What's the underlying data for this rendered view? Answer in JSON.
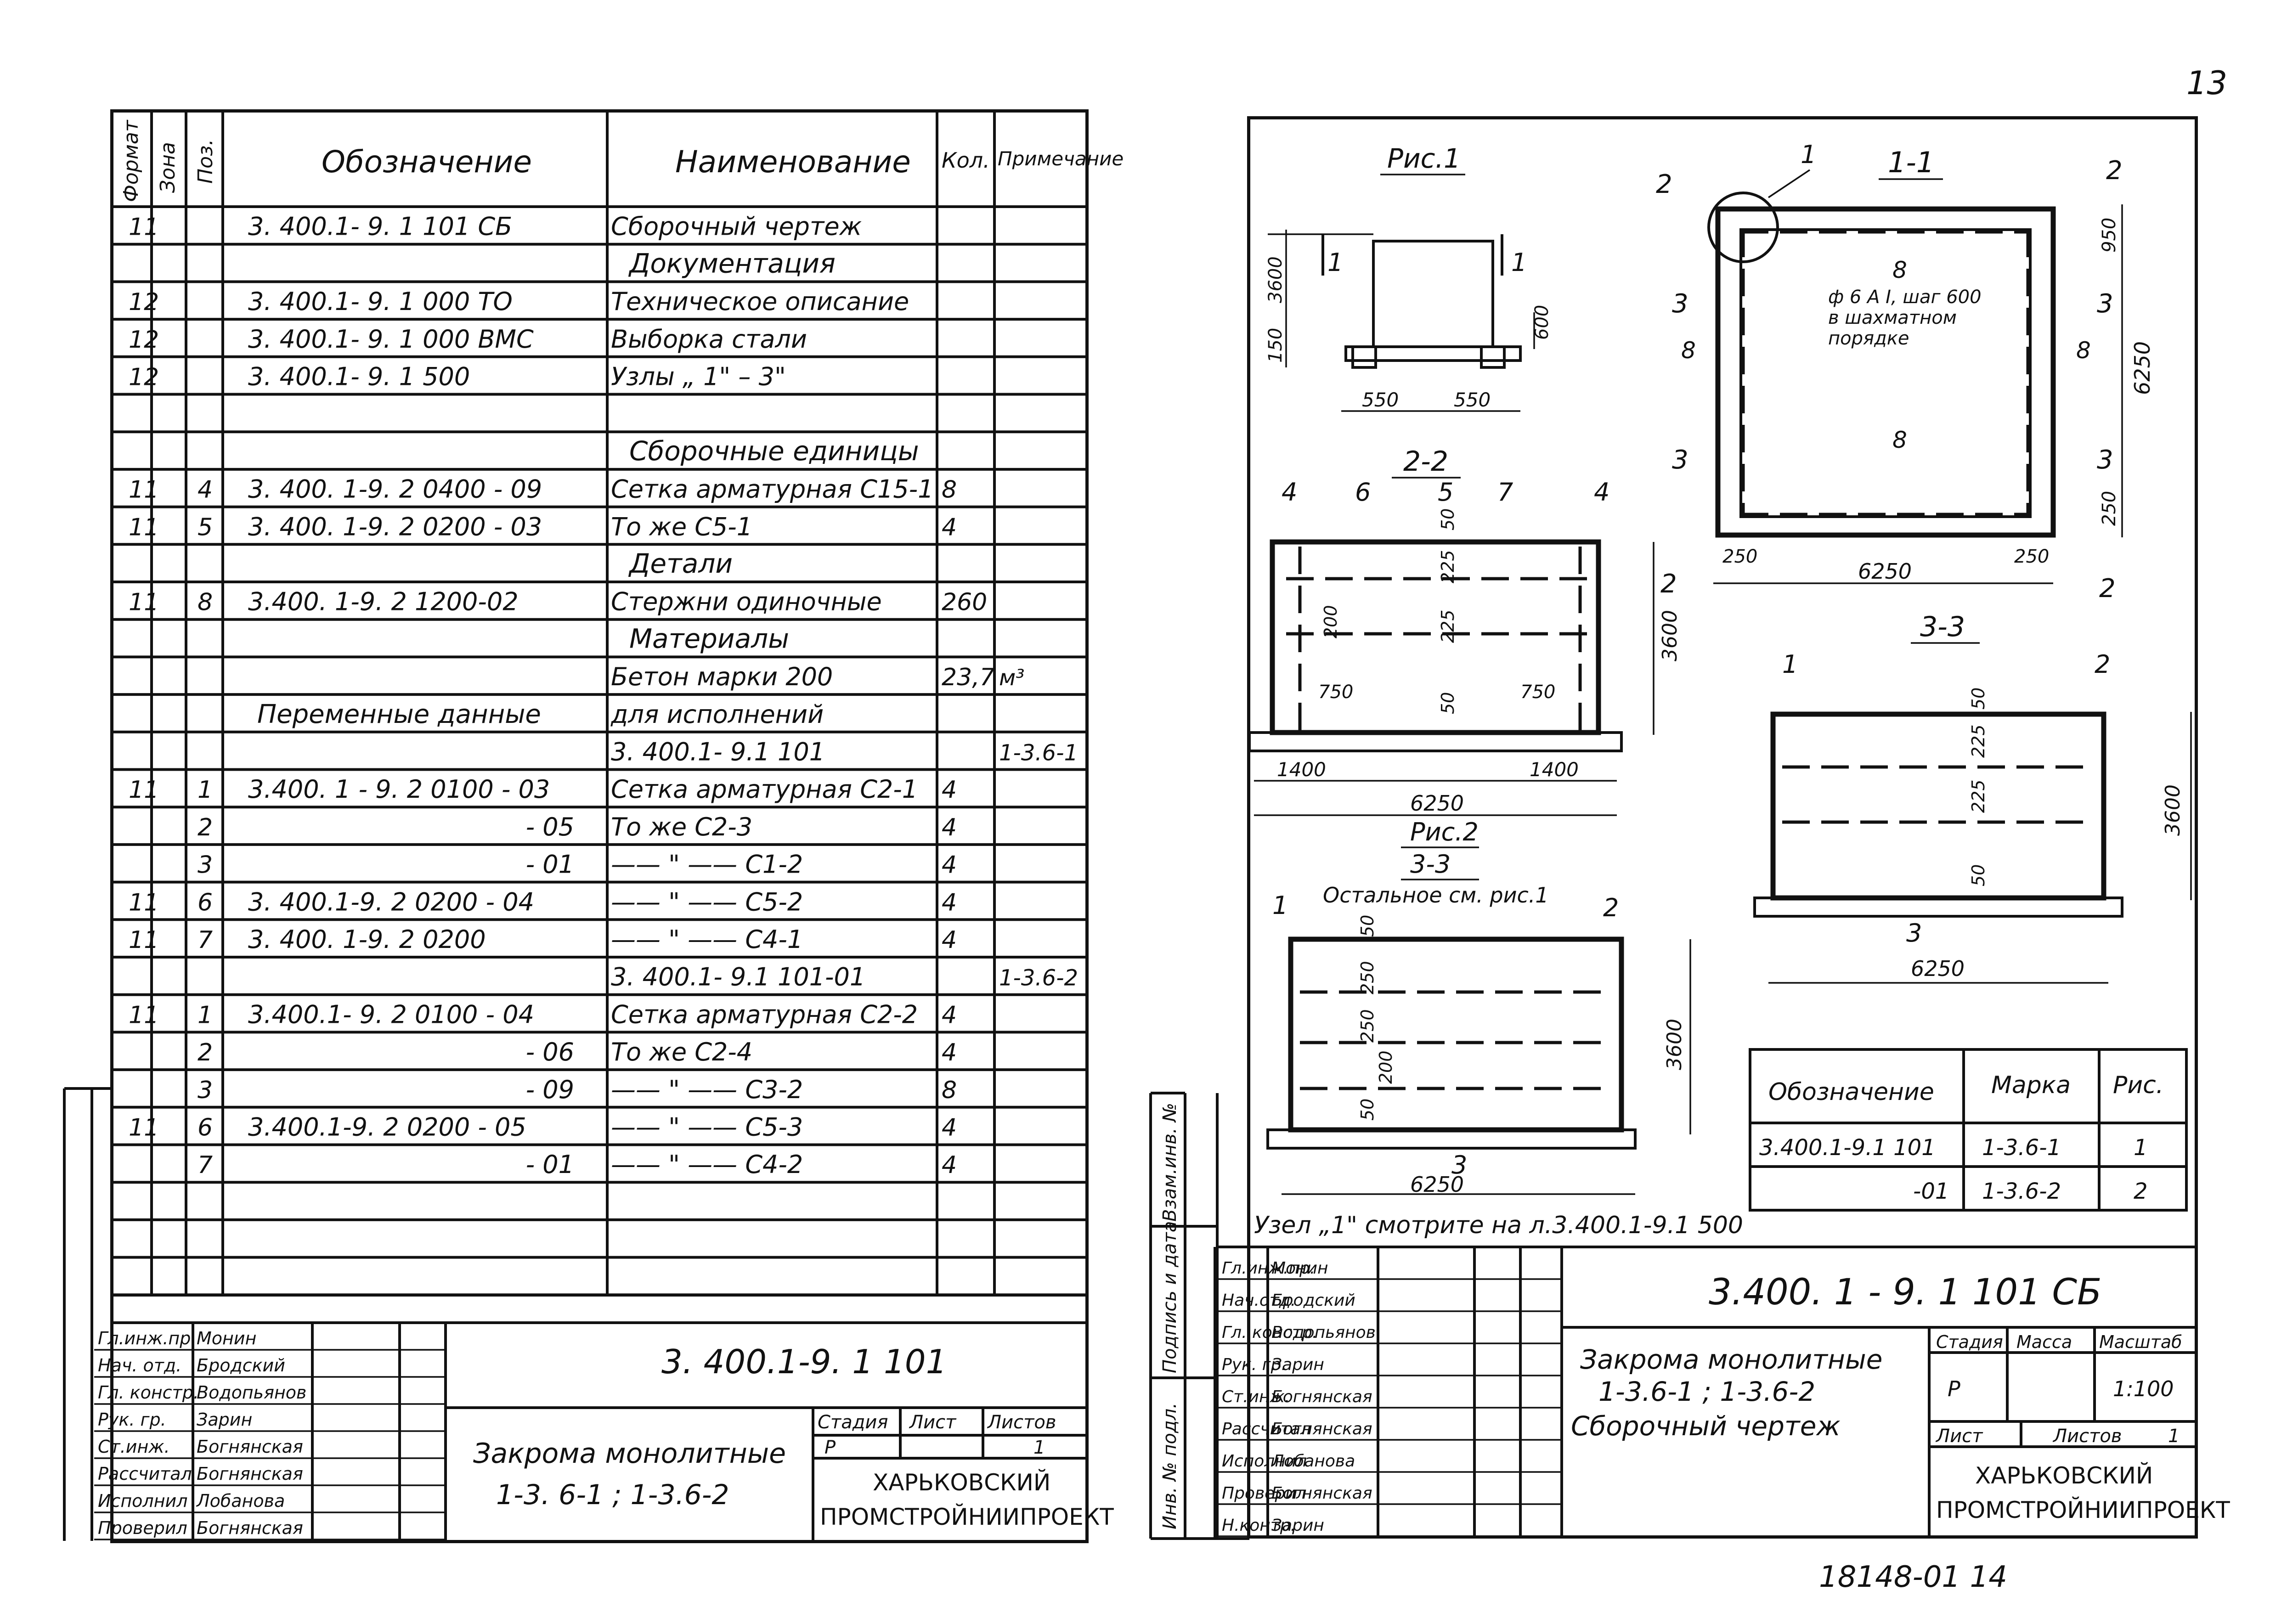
{
  "page_number": "13",
  "bottom_code": "18148-01  14",
  "spec": {
    "headers": {
      "format": "Формат",
      "zone": "Зона",
      "pos": "Поз.",
      "designation": "Обозначение",
      "name": "Наименование",
      "qty": "Кол.",
      "note": "Примечание"
    },
    "rows": [
      {
        "f": "11",
        "z": "",
        "p": "",
        "d": "3. 400.1- 9. 1  101 СБ",
        "n": "Сборочный  чертеж",
        "q": "",
        "r": ""
      },
      {
        "f": "",
        "z": "",
        "p": "",
        "d": "",
        "n": "Документация",
        "q": "",
        "r": "",
        "sec": true
      },
      {
        "f": "12",
        "z": "",
        "p": "",
        "d": "3. 400.1- 9. 1  000 ТО",
        "n": "Техническое описание",
        "q": "",
        "r": ""
      },
      {
        "f": "12",
        "z": "",
        "p": "",
        "d": "3. 400.1- 9. 1  000 ВМС",
        "n": "Выборка  стали",
        "q": "",
        "r": ""
      },
      {
        "f": "12",
        "z": "",
        "p": "",
        "d": "3. 400.1- 9. 1  500",
        "n": "Узлы „ 1\" – 3\"",
        "q": "",
        "r": ""
      },
      {
        "f": "",
        "z": "",
        "p": "",
        "d": "",
        "n": "",
        "q": "",
        "r": ""
      },
      {
        "f": "",
        "z": "",
        "p": "",
        "d": "",
        "n": "Сборочные  единицы",
        "q": "",
        "r": "",
        "sec": true
      },
      {
        "f": "11",
        "z": "",
        "p": "4",
        "d": "3. 400. 1-9. 2  0400 - 09",
        "n": "Сетка арматурная С15-1",
        "q": "8",
        "r": ""
      },
      {
        "f": "11",
        "z": "",
        "p": "5",
        "d": "3. 400. 1-9. 2  0200 - 03",
        "n": "То  же            С5-1",
        "q": "4",
        "r": ""
      },
      {
        "f": "",
        "z": "",
        "p": "",
        "d": "",
        "n": "Детали",
        "q": "",
        "r": "",
        "sec": true
      },
      {
        "f": "11",
        "z": "",
        "p": "8",
        "d": "3.400. 1-9. 2  1200-02",
        "n": "Стержни одиночные",
        "q": "260",
        "r": ""
      },
      {
        "f": "",
        "z": "",
        "p": "",
        "d": "",
        "n": "Материалы",
        "q": "",
        "r": "",
        "sec": true
      },
      {
        "f": "",
        "z": "",
        "p": "",
        "d": "",
        "n": "Бетон  марки  200",
        "q": "23,7",
        "r": "м³"
      },
      {
        "f": "",
        "z": "",
        "p": "",
        "d": "Переменные    данные",
        "n": "для  исполнений",
        "q": "",
        "r": "",
        "var": true
      },
      {
        "f": "",
        "z": "",
        "p": "",
        "d": "",
        "n": "3. 400.1- 9.1  101",
        "q": "",
        "r": "1-3.6-1"
      },
      {
        "f": "11",
        "z": "",
        "p": "1",
        "d": "3.400. 1 - 9. 2  0100 - 03",
        "n": "Сетка арматурная  С2-1",
        "q": "4",
        "r": ""
      },
      {
        "f": "",
        "z": "",
        "p": "2",
        "d": "- 05",
        "n": "То  же            С2-3",
        "q": "4",
        "r": "",
        "ra": true
      },
      {
        "f": "",
        "z": "",
        "p": "3",
        "d": "- 01",
        "n": "—— \" ——        С1-2",
        "q": "4",
        "r": "",
        "ra": true
      },
      {
        "f": "11",
        "z": "",
        "p": "6",
        "d": "3. 400.1-9. 2  0200 - 04",
        "n": "—— \" ——        С5-2",
        "q": "4",
        "r": ""
      },
      {
        "f": "11",
        "z": "",
        "p": "7",
        "d": "3. 400. 1-9. 2  0200",
        "n": "—— \" ——        С4-1",
        "q": "4",
        "r": ""
      },
      {
        "f": "",
        "z": "",
        "p": "",
        "d": "",
        "n": "3. 400.1- 9.1  101-01",
        "q": "",
        "r": "1-3.6-2"
      },
      {
        "f": "11",
        "z": "",
        "p": "1",
        "d": "3.400.1- 9. 2  0100 - 04",
        "n": "Сетка арматурная  С2-2",
        "q": "4",
        "r": ""
      },
      {
        "f": "",
        "z": "",
        "p": "2",
        "d": "- 06",
        "n": "То  же            С2-4",
        "q": "4",
        "r": "",
        "ra": true
      },
      {
        "f": "",
        "z": "",
        "p": "3",
        "d": "- 09",
        "n": "—— \" ——        С3-2",
        "q": "8",
        "r": "",
        "ra": true
      },
      {
        "f": "11",
        "z": "",
        "p": "6",
        "d": "3.400.1-9. 2  0200 - 05",
        "n": "—— \" ——        С5-3",
        "q": "4",
        "r": ""
      },
      {
        "f": "",
        "z": "",
        "p": "7",
        "d": "- 01",
        "n": "—— \" ——        С4-2",
        "q": "4",
        "r": "",
        "ra": true
      },
      {
        "f": "",
        "z": "",
        "p": "",
        "d": "",
        "n": "",
        "q": "",
        "r": ""
      },
      {
        "f": "",
        "z": "",
        "p": "",
        "d": "",
        "n": "",
        "q": "",
        "r": ""
      },
      {
        "f": "",
        "z": "",
        "p": "",
        "d": "",
        "n": "",
        "q": "",
        "r": ""
      }
    ]
  },
  "left_stamp": {
    "code": "3. 400.1-9. 1  101",
    "title_l1": "Закрома  монолитные",
    "title_l2": "1-3. 6-1 ;  1-3.6-2",
    "stage_h": "Стадия",
    "sheet_h": "Лист",
    "sheets_h": "Листов",
    "stage": "Р",
    "sheets": "1",
    "org_l1": "ХАРЬКОВСКИЙ",
    "org_l2": "ПРОМСТРОЙНИИПРОЕКТ",
    "people": [
      {
        "role": "Гл.инж.пр.",
        "name": "Монин"
      },
      {
        "role": "Нач. отд.",
        "name": "Бродский"
      },
      {
        "role": "Гл. констр.",
        "name": "Водопьянов"
      },
      {
        "role": "Рук. гр.",
        "name": "Зарин"
      },
      {
        "role": "Ст.инж.",
        "name": "Богнянская"
      },
      {
        "role": "Рассчитал",
        "name": "Богнянская"
      },
      {
        "role": "Исполнил",
        "name": "Лобанова"
      },
      {
        "role": "Проверил",
        "name": "Богнянская"
      }
    ]
  },
  "right_stamp": {
    "code": "3.400. 1 - 9. 1  101 СБ",
    "title_l1": "Закрома  монолитные",
    "title_l2": "1-3.6-1 ;  1-3.6-2",
    "title_l3": "Сборочный    чертеж",
    "stage_h": "Стадия",
    "mass_h": "Масса",
    "scale_h": "Масштаб",
    "stage": "Р",
    "scale": "1:100",
    "sheet_h": "Лист",
    "sheets_h": "Листов",
    "sheets": "1",
    "org_l1": "ХАРЬКОВСКИЙ",
    "org_l2": "ПРОМСТРОЙНИИПРОЕКТ",
    "people": [
      {
        "role": "Гл.инж.пр.",
        "name": "Монин"
      },
      {
        "role": "Нач.отд.",
        "name": "Бродский"
      },
      {
        "role": "Гл. констр.",
        "name": "Водопьянов"
      },
      {
        "role": "Рук. гр.",
        "name": "Зарин"
      },
      {
        "role": "Ст.инж.",
        "name": "Богнянская"
      },
      {
        "role": "Рассчитал",
        "name": "Богнянская"
      },
      {
        "role": "Исполнил",
        "name": "Лобанова"
      },
      {
        "role": "Проверил",
        "name": "Богнянская"
      },
      {
        "role": "Н.контр.",
        "name": "Зарин"
      }
    ],
    "side_labels": [
      "Взам.инв. №",
      "Подпись и дата",
      "Инв. № подл."
    ]
  },
  "drawing": {
    "fig1_title": "Рис.1",
    "fig2_title": "Рис.2",
    "sec_11": "1-1",
    "sec_22": "2-2",
    "sec_33": "3-3",
    "sec_33b": "3-3",
    "fig2_note": "Остальное  см. рис.1",
    "rebar_note_l1": "ф 6 А I, шаг 600",
    "rebar_note_l2": "в шахматном",
    "rebar_note_l3": "порядке",
    "footnote": "Узел „1\"  смотрите  на  л.3.400.1-9.1 500",
    "dims": {
      "d3600": "3600",
      "d150": "150",
      "d550": "550",
      "d600": "600",
      "d6250": "6250",
      "d250": "250",
      "d1400": "1400",
      "d750": "750",
      "d225": "225",
      "d50": "50",
      "d200": "200",
      "d950": "950"
    },
    "marks": [
      "1",
      "2",
      "3",
      "4",
      "5",
      "6",
      "7",
      "8"
    ]
  },
  "marks_table": {
    "headers": [
      "Обозначение",
      "Марка",
      "Рис."
    ],
    "rows": [
      [
        "3.400.1-9.1 101",
        "1-3.6-1",
        "1"
      ],
      [
        "-01",
        "1-3.6-2",
        "2"
      ]
    ]
  }
}
